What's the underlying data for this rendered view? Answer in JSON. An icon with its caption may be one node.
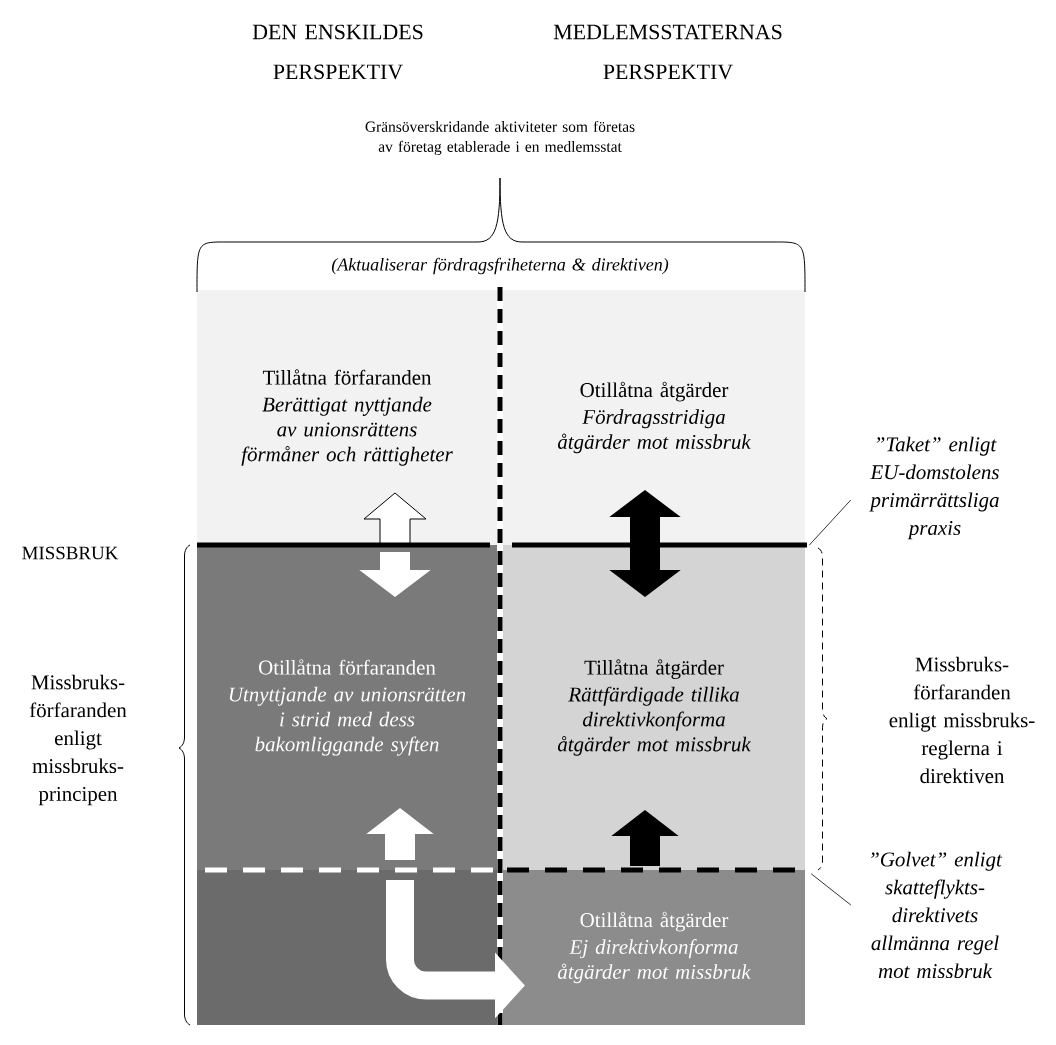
{
  "diagram": {
    "nodes": [
      {
        "text": [
          "Tillåtna förfaranden",
          "Berättigat nyttjande av unionsrättens förmåner och rättigheter"
        ]
      },
      {
        "text": [
          "Otillåtna åtgärder",
          "Fördragsstridiga åtgärder mot missbruk"
        ]
      },
      {
        "text": [
          "Otillåtna förfaranden",
          "Utnyttjande av unionsrätten i strid med dess bakomliggande syften"
        ]
      },
      {
        "text": [
          "Tillåtna åtgärder",
          "Rättfärdigade tillika direktivkonforma åtgärder mot missbruk"
        ]
      },
      {
        "text": [],
        "shape": "box"
      },
      {
        "text": [
          "Otillåtna åtgärder",
          "Ej direktivkonforma åtgärder mot missbruk"
        ]
      },
      {
        "text": [
          "”Taket” enligt EU-domstolens primärrättsliga praxis"
        ]
      },
      {
        "text": [
          "”Golvet” enligt skatteflykts- direktivets allmänna regel mot missbruk"
        ]
      }
    ],
    "edges": [
      {
        "from": 2,
        "to": 0,
        "arrow": "to",
        "color": "#ffffff"
      },
      {
        "from": 0,
        "to": 2,
        "arrow": "to",
        "color": "#ffffff"
      },
      {
        "from": 3,
        "to": 1,
        "arrow": "both"
      },
      {
        "from": 4,
        "to": 2,
        "arrow": "to",
        "color": "#ffffff"
      },
      {
        "from": 5,
        "to": 3,
        "arrow": "to"
      },
      {
        "from": 4,
        "to": 5,
        "arrow": "to",
        "color": "#ffffff"
      },
      {
        "from": 6,
        "to": 1,
        "arrow": "none"
      },
      {
        "from": 7,
        "to": 5,
        "arrow": "none"
      }
    ],
    "labels": [
      "DEN ENSKILDES PERSPEKTIV",
      "MEDLEMSSTATERNAS PERSPEKTIV",
      "Gränsöverskridande aktiviteter som företas av företag etablerade i en medlemsstat",
      "(Aktualiserar fördragsfriheterna & direktiven)",
      "MISSBRUK",
      "Missbruks- förfaranden enligt missbruks- principen",
      "Missbruks- förfaranden enligt missbruks- reglerna i direktiven"
    ]
  }
}
